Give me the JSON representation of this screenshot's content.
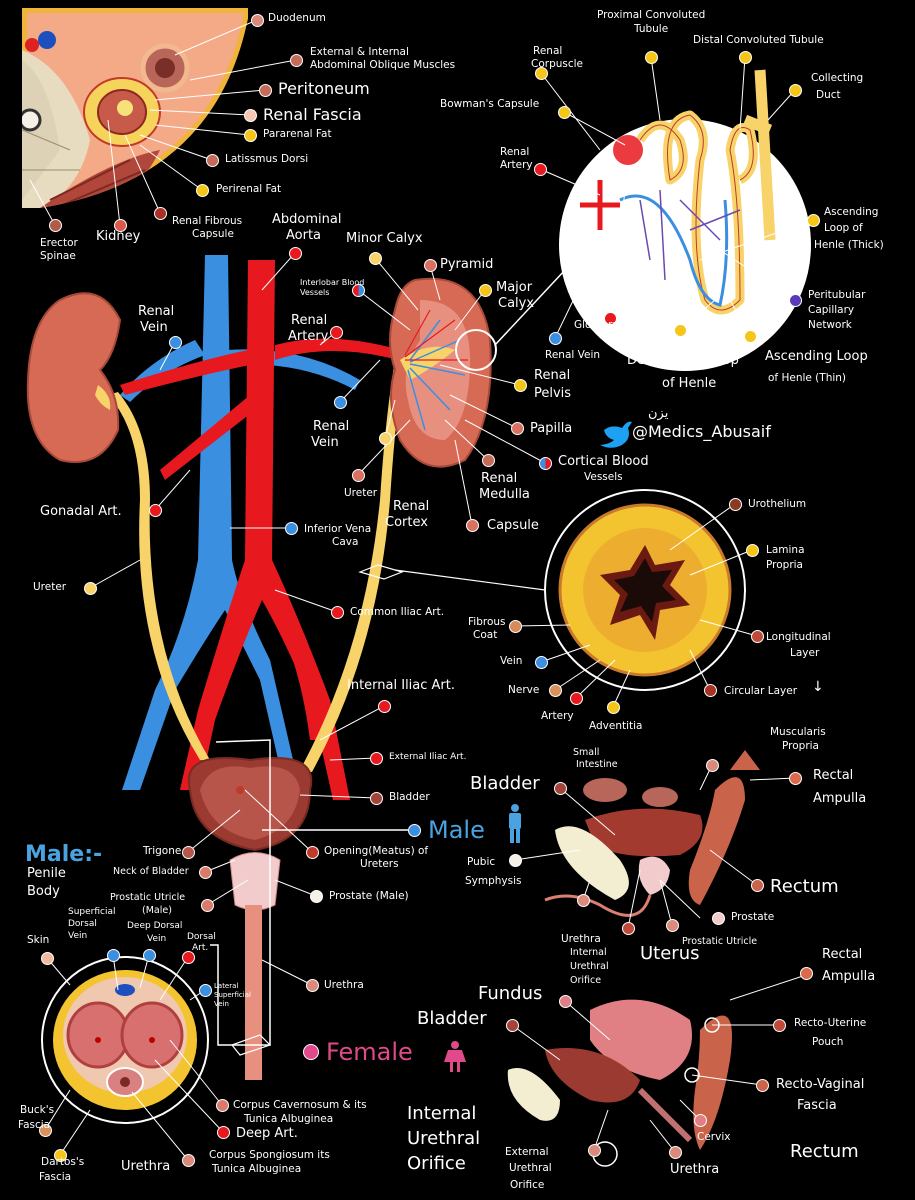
{
  "colors": {
    "background": "#000000",
    "artery": "#e8191e",
    "vein": "#3a8fe0",
    "ureter": "#f7d36a",
    "kidney": "#d76a55",
    "fat": "#f4c430",
    "tissue": "#c7796b",
    "female_accent": "#e04a8a",
    "male_accent": "#4aa3e0"
  },
  "labels": {
    "duodenum": "Duodenum",
    "oblique_muscles_1": "External & Internal",
    "oblique_muscles_2": "Abdominal Oblique Muscles",
    "peritoneum": "Peritoneum",
    "renal_fascia": "Renal Fascia",
    "pararenal_fat": "Pararenal Fat",
    "latissimus": "Latissmus Dorsi",
    "perirenal_fat": "Perirenal Fat",
    "renal_fibrous_1": "Renal Fibrous",
    "renal_fibrous_2": "Capsule",
    "kidney_top": "Kidney",
    "erector_1": "Erector",
    "erector_2": "Spinae",
    "abdominal_aorta_1": "Abdominal",
    "abdominal_aorta_2": "Aorta",
    "minor_calyx": "Minor Calyx",
    "pyramid": "Pyramid",
    "major_calyx_1": "Major",
    "major_calyx_2": "Calyx",
    "interlobar_1": "Interlobar Blood",
    "interlobar_2": "Vessels",
    "renal_vein_left_1": "Renal",
    "renal_vein_left_2": "Vein",
    "renal_artery_mid_1": "Renal",
    "renal_artery_mid_2": "Artery",
    "renal_vein_mid_1": "Renal",
    "renal_vein_mid_2": "Vein",
    "ureter_mid": "Ureter",
    "renal_cortex_1": "Renal",
    "renal_cortex_2": "Cortex",
    "renal_pelvis_1": "Renal",
    "renal_pelvis_2": "Pelvis",
    "papilla": "Papilla",
    "cortical_1": "Cortical Blood",
    "cortical_2": "Vessels",
    "renal_medulla_1": "Renal",
    "renal_medulla_2": "Medulla",
    "capsule": "Capsule",
    "gonadal": "Gonadal Art.",
    "inferior_vc_1": "Inferior Vena",
    "inferior_vc_2": "Cava",
    "ureter_left": "Ureter",
    "common_iliac": "Common Iliac Art.",
    "internal_iliac": "Internal Iliac Art.",
    "external_iliac": "External Iliac Art.",
    "bladder_main": "Bladder",
    "trigone": "Trigone",
    "opening_1": "Opening(Meatus) of",
    "opening_2": "Ureters",
    "neck_bladder": "Neck of Bladder",
    "prostatic_utricle_1": "Prostatic Utricle",
    "prostatic_utricle_2": "(Male)",
    "prostate_male": "Prostate (Male)",
    "urethra_main": "Urethra",
    "male_penile_1": "Male:-",
    "male_penile_2": "Penile",
    "male_penile_3": "Body",
    "female_heading": "Female",
    "male_heading": "Male",
    "proximal_tubule_1": "Proximal Convoluted",
    "proximal_tubule_2": "Tubule",
    "distal_tubule": "Distal Convoluted Tubule",
    "renal_corpuscle_1": "Renal",
    "renal_corpuscle_2": "Corpuscle",
    "collecting_1": "Collecting",
    "collecting_2": "Duct",
    "bowmans": "Bowman's Capsule",
    "renal_artery_neph_1": "Renal",
    "renal_artery_neph_2": "Artery",
    "asc_thick_1": "Ascending",
    "asc_thick_2": "Loop of",
    "asc_thick_3": "Henle (Thick)",
    "peritubular_1": "Peritubular",
    "peritubular_2": "Capillary",
    "peritubular_3": "Network",
    "glomerulus": "Glomerulus",
    "renal_vein_neph": "Renal Vein",
    "desc_loop_1": "Descending Loop",
    "desc_loop_2": "of Henle",
    "asc_thin_1": "Ascending Loop",
    "asc_thin_2": "of Henle (Thin)",
    "twitter_arabic": "يزن",
    "twitter": "@Medics_Abusaif",
    "urothelium": "Urothelium",
    "lamina_1": "Lamina",
    "lamina_2": "Propria",
    "fibrous_1": "Fibrous",
    "fibrous_2": "Coat",
    "longitudinal_1": "Longitudinal",
    "longitudinal_2": "Layer",
    "vein_ureter": "Vein",
    "nerve": "Nerve",
    "circular": "Circular Layer",
    "artery_ureter": "Artery",
    "adventitia": "Adventitia",
    "muscularis_1": "Muscularis",
    "muscularis_2": "Propria",
    "small_int_1": "Small",
    "small_int_2": "Intestine",
    "rectal_amp_m_1": "Rectal",
    "rectal_amp_m_2": "Ampulla",
    "bladder_m": "Bladder",
    "pubic_1": "Pubic",
    "pubic_2": "Symphysis",
    "rectum_m": "Rectum",
    "prostate_m": "Prostate",
    "urethra_m": "Urethra",
    "internal_urethral_m_1": "Internal",
    "internal_urethral_m_2": "Urethral",
    "internal_urethral_m_3": "Orifice",
    "prostatic_utricle_m": "Prostatic Utricle",
    "uterus": "Uterus",
    "rectal_amp_f_1": "Rectal",
    "rectal_amp_f_2": "Ampulla",
    "fundus": "Fundus",
    "bladder_f": "Bladder",
    "recto_uterine_1": "Recto-Uterine",
    "recto_uterine_2": "Pouch",
    "recto_vaginal_1": "Recto-Vaginal",
    "recto_vaginal_2": "Fascia",
    "internal_urethral_f_1": "Internal",
    "internal_urethral_f_2": "Urethral",
    "internal_urethral_f_3": "Orifice",
    "cervix": "Cervix",
    "rectum_f": "Rectum",
    "external_urethral_1": "External",
    "external_urethral_2": "Urethral",
    "external_urethral_3": "Orifice",
    "urethra_f": "Urethra",
    "skin": "Skin",
    "superficial_dorsal_1": "Superficial",
    "superficial_dorsal_2": "Dorsal",
    "superficial_dorsal_3": "Vein",
    "deep_dorsal_1": "Deep Dorsal",
    "deep_dorsal_2": "Vein",
    "dorsal_art_1": "Dorsal",
    "dorsal_art_2": "Art.",
    "lateral_sup_1": "Lateral",
    "lateral_sup_2": "Superficial",
    "lateral_sup_3": "Vein",
    "bucks_1": "Buck's",
    "bucks_2": "Fascia",
    "corpus_cav_1": "Corpus Cavernosum & its",
    "corpus_cav_2": "Tunica Albuginea",
    "deep_art": "Deep Art.",
    "dartos_1": "Dartos's",
    "dartos_2": "Fascia",
    "urethra_cs": "Urethra",
    "corpus_spong_1": "Corpus Spongiosum its",
    "corpus_spong_2": "Tunica Albuginea"
  }
}
